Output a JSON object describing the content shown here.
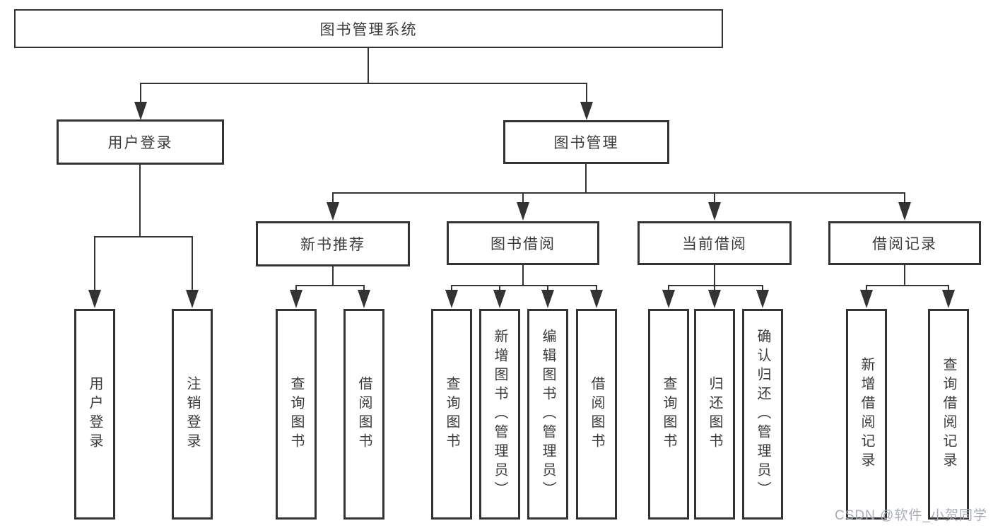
{
  "title": "图书管理系统",
  "watermark": "CSDN @软件_小贺同学",
  "colors": {
    "line": "#333333",
    "box_border": "#333333",
    "text": "#3a3a3a",
    "background": "#ffffff",
    "watermark": "#a4a9b3"
  },
  "tree": {
    "label": "图书管理系统",
    "children": [
      {
        "label": "用户登录",
        "children": [
          {
            "label": "用户登录"
          },
          {
            "label": "注销登录"
          }
        ]
      },
      {
        "label": "图书管理",
        "children": [
          {
            "label": "新书推荐",
            "children": [
              {
                "label": "查询图书"
              },
              {
                "label": "借阅图书"
              }
            ]
          },
          {
            "label": "图书借阅",
            "children": [
              {
                "label": "查询图书"
              },
              {
                "label": "新增图书（管理员）"
              },
              {
                "label": "编辑图书（管理员）"
              },
              {
                "label": "借阅图书"
              }
            ]
          },
          {
            "label": "当前借阅",
            "children": [
              {
                "label": "查询图书"
              },
              {
                "label": "归还图书"
              },
              {
                "label": "确认归还（管理员）"
              }
            ]
          },
          {
            "label": "借阅记录",
            "children": [
              {
                "label": "新增借阅记录"
              },
              {
                "label": "查询借阅记录"
              }
            ]
          }
        ]
      }
    ]
  }
}
